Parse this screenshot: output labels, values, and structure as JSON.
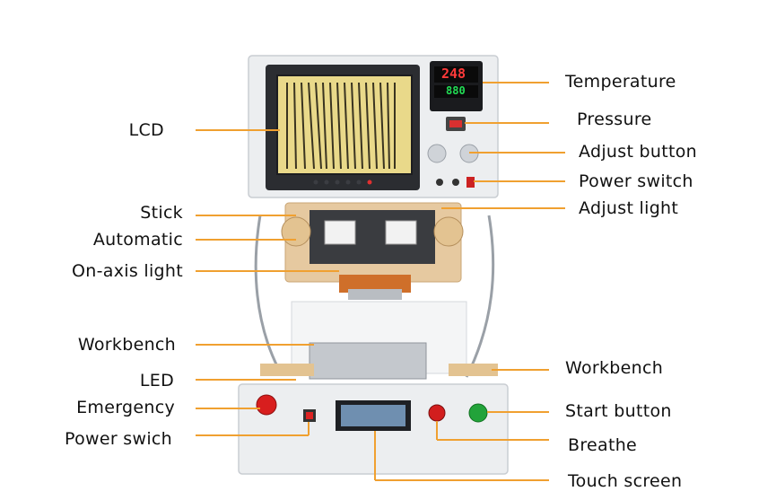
{
  "labels_left": {
    "lcd": "LCD",
    "stick": "Stick",
    "automatic": "Automatic",
    "on_axis_light": "On-axis light",
    "workbench": "Workbench",
    "led": "LED",
    "emergency": "Emergency",
    "power_swich": "Power swich"
  },
  "labels_right": {
    "temperature": "Temperature",
    "pressure": "Pressure",
    "adjust_button": "Adjust button",
    "power_switch": "Power switch",
    "adjust_light": "Adjust light",
    "workbench": "Workbench",
    "start_button": "Start button",
    "breathe": "Breathe",
    "touch_screen": "Touch screen"
  },
  "temperature_display": {
    "top": "248",
    "bottom": "880"
  },
  "colors": {
    "leader_line": "#f0a030",
    "machine_body": "#e8eaec",
    "bracket": "#e6c9a0",
    "emergency_button": "#d81e1e",
    "start_button": "#22a33a",
    "lcd_image": "#c8b040"
  }
}
